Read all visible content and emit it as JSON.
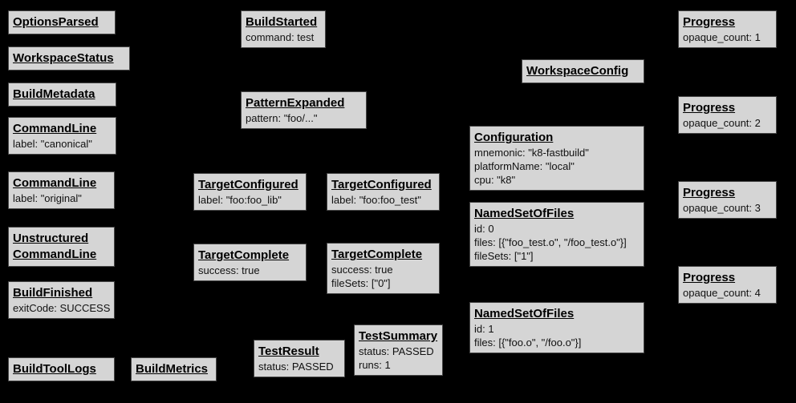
{
  "diagram": {
    "description": "Bazel Build Event Protocol event graph",
    "background_color": "#000000",
    "box_fill_color": "#d5d5d5",
    "box_border_color": "#464646",
    "text_color": "#000000"
  },
  "boxes": [
    {
      "name": "OptionsParsed",
      "title_lines": [
        "OptionsParsed"
      ],
      "attrs": []
    },
    {
      "name": "WorkspaceStatus",
      "title_lines": [
        "WorkspaceStatus"
      ],
      "attrs": []
    },
    {
      "name": "BuildMetadata",
      "title_lines": [
        "BuildMetadata"
      ],
      "attrs": []
    },
    {
      "name": "CommandLine",
      "title_lines": [
        "CommandLine"
      ],
      "attrs": [
        "label: \"canonical\""
      ]
    },
    {
      "name": "CommandLine",
      "title_lines": [
        "CommandLine"
      ],
      "attrs": [
        "label: \"original\""
      ]
    },
    {
      "name": "UnstructuredCommandLine",
      "title_lines": [
        "Unstructured",
        "CommandLine"
      ],
      "attrs": []
    },
    {
      "name": "BuildFinished",
      "title_lines": [
        "BuildFinished"
      ],
      "attrs": [
        "exitCode: SUCCESS"
      ]
    },
    {
      "name": "BuildToolLogs",
      "title_lines": [
        "BuildToolLogs"
      ],
      "attrs": []
    },
    {
      "name": "BuildMetrics",
      "title_lines": [
        "BuildMetrics"
      ],
      "attrs": []
    },
    {
      "name": "BuildStarted",
      "title_lines": [
        "BuildStarted"
      ],
      "attrs": [
        "command: test"
      ]
    },
    {
      "name": "PatternExpanded",
      "title_lines": [
        "PatternExpanded"
      ],
      "attrs": [
        "pattern: \"foo/...\""
      ]
    },
    {
      "name": "TargetConfigured",
      "title_lines": [
        "TargetConfigured"
      ],
      "attrs": [
        "label: \"foo:foo_lib\""
      ]
    },
    {
      "name": "TargetConfigured",
      "title_lines": [
        "TargetConfigured"
      ],
      "attrs": [
        "label: \"foo:foo_test\""
      ]
    },
    {
      "name": "TargetComplete",
      "title_lines": [
        "TargetComplete"
      ],
      "attrs": [
        "success: true"
      ]
    },
    {
      "name": "TargetComplete",
      "title_lines": [
        "TargetComplete"
      ],
      "attrs": [
        "success: true",
        "fileSets: [\"0\"]"
      ]
    },
    {
      "name": "TestResult",
      "title_lines": [
        "TestResult"
      ],
      "attrs": [
        "status: PASSED"
      ]
    },
    {
      "name": "TestSummary",
      "title_lines": [
        "TestSummary"
      ],
      "attrs": [
        "status: PASSED",
        "runs: 1"
      ]
    },
    {
      "name": "WorkspaceConfig",
      "title_lines": [
        "WorkspaceConfig"
      ],
      "attrs": []
    },
    {
      "name": "Configuration",
      "title_lines": [
        "Configuration"
      ],
      "attrs": [
        "mnemonic: \"k8-fastbuild\"",
        "platformName: \"local\"",
        "cpu: \"k8\""
      ]
    },
    {
      "name": "NamedSetOfFiles",
      "title_lines": [
        "NamedSetOfFiles"
      ],
      "attrs": [
        "id: 0",
        "files: [{\"foo_test.o\", \"/foo_test.o\"}]",
        "fileSets: [\"1\"]"
      ]
    },
    {
      "name": "NamedSetOfFiles",
      "title_lines": [
        "NamedSetOfFiles"
      ],
      "attrs": [
        "id: 1",
        "files: [{\"foo.o\", \"/foo.o\"}]"
      ]
    },
    {
      "name": "Progress",
      "title_lines": [
        "Progress"
      ],
      "attrs": [
        "opaque_count: 1"
      ]
    },
    {
      "name": "Progress",
      "title_lines": [
        "Progress"
      ],
      "attrs": [
        "opaque_count: 2"
      ]
    },
    {
      "name": "Progress",
      "title_lines": [
        "Progress"
      ],
      "attrs": [
        "opaque_count: 3"
      ]
    },
    {
      "name": "Progress",
      "title_lines": [
        "Progress"
      ],
      "attrs": [
        "opaque_count: 4"
      ]
    }
  ]
}
